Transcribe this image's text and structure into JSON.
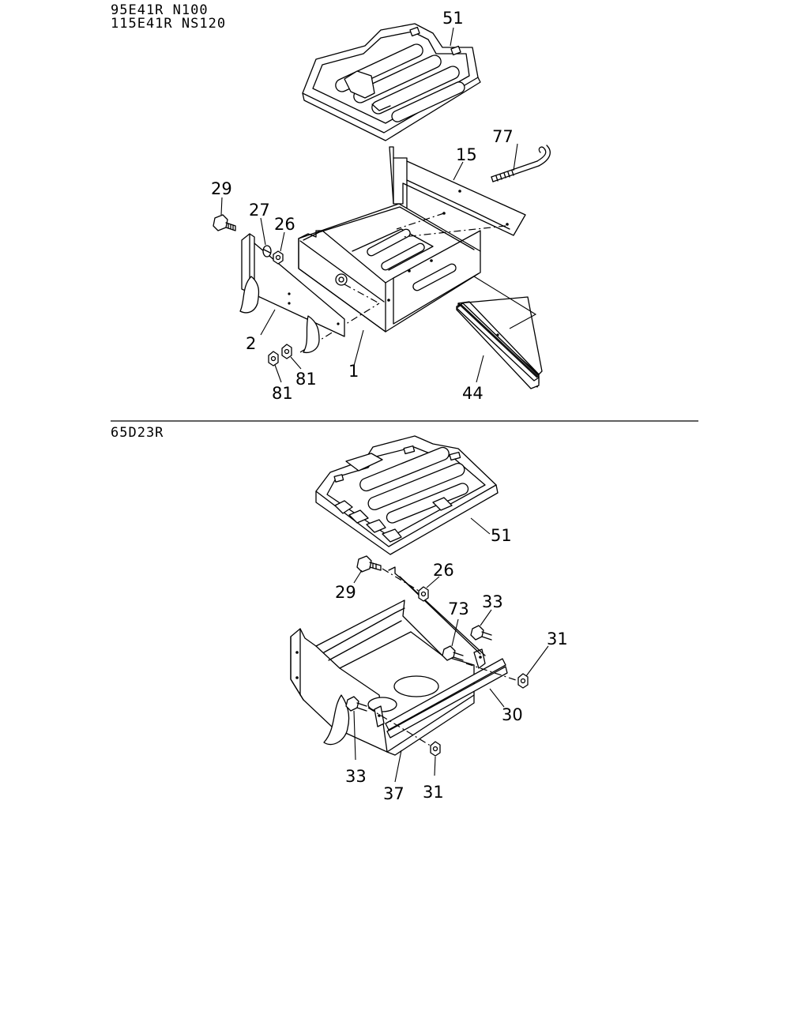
{
  "section_top": {
    "models": [
      "95E41R N100",
      "115E41R NS120"
    ],
    "callouts": {
      "c51": "51",
      "c77": "77",
      "c15": "15",
      "c29": "29",
      "c27": "27",
      "c26": "26",
      "c2": "2",
      "c1": "1",
      "c81a": "81",
      "c81b": "81",
      "c44": "44"
    }
  },
  "section_bottom": {
    "models": [
      "65D23R"
    ],
    "callouts": {
      "c51": "51",
      "c29": "29",
      "c26": "26",
      "c73": "73",
      "c33a": "33",
      "c31a": "31",
      "c30": "30",
      "c33b": "33",
      "c37": "37",
      "c31b": "31"
    }
  }
}
